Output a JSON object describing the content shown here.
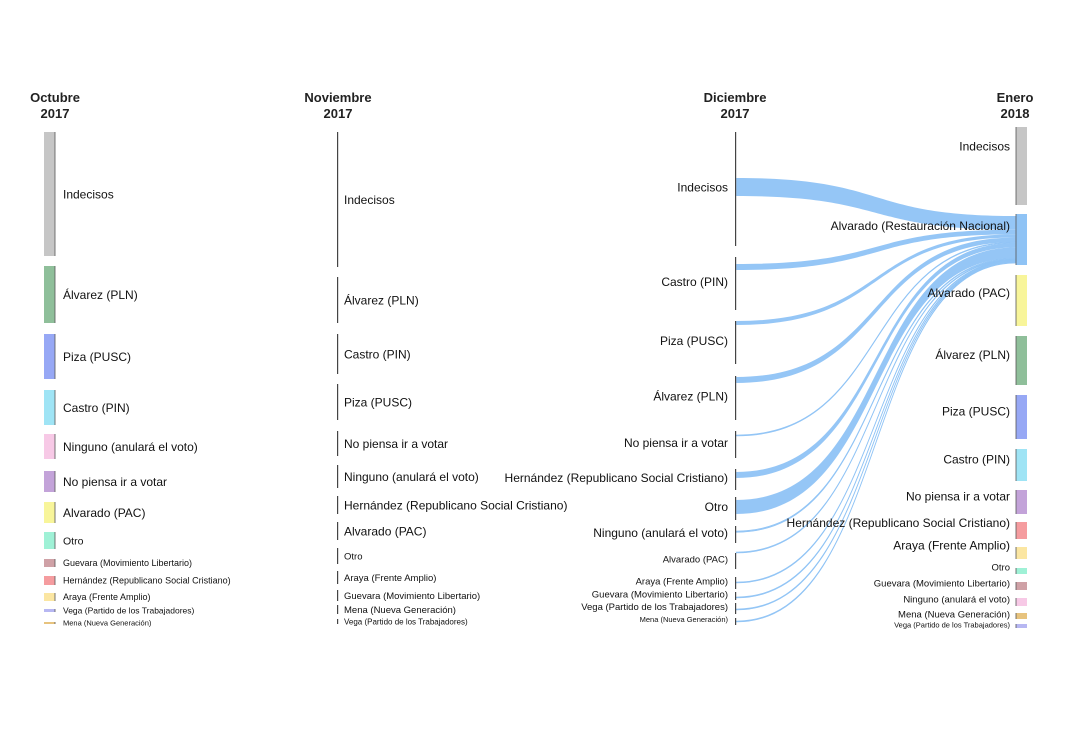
{
  "chart_data": {
    "type": "sankey",
    "flow_color": "#8fc3f5",
    "columns": [
      {
        "month": "Octubre",
        "year": "2017",
        "nodes": [
          {
            "label": "Indecisos",
            "color": "#c6c6c6"
          },
          {
            "label": "Álvarez (PLN)",
            "color": "#8fbf9a"
          },
          {
            "label": "Piza (PUSC)",
            "color": "#97a8f5"
          },
          {
            "label": "Castro (PIN)",
            "color": "#9fe4f5"
          },
          {
            "label": "Ninguno (anulará el voto)",
            "color": "#f7c9e6"
          },
          {
            "label": "No piensa ir a votar",
            "color": "#c3a3d9"
          },
          {
            "label": "Alvarado (PAC)",
            "color": "#f8f59a"
          },
          {
            "label": "Otro",
            "color": "#9ff1d6"
          },
          {
            "label": "Guevara (Movimiento Libertario)",
            "color": "#cfa1a6"
          },
          {
            "label": "Hernández (Republicano Social Cristiano)",
            "color": "#f59c9f"
          },
          {
            "label": "Araya (Frente Amplio)",
            "color": "#fbe6a2"
          },
          {
            "label": "Vega (Partido de los Trabajadores)",
            "color": "#b7b7f2"
          },
          {
            "label": "Mena (Nueva Generación)",
            "color": "#e7c37e"
          }
        ]
      },
      {
        "month": "Noviembre",
        "year": "2017",
        "nodes": [
          {
            "label": "Indecisos"
          },
          {
            "label": "Álvarez (PLN)"
          },
          {
            "label": "Castro (PIN)"
          },
          {
            "label": "Piza (PUSC)"
          },
          {
            "label": "No piensa ir a votar"
          },
          {
            "label": "Ninguno (anulará el voto)"
          },
          {
            "label": "Hernández (Republicano Social Cristiano)"
          },
          {
            "label": "Alvarado (PAC)"
          },
          {
            "label": "Otro"
          },
          {
            "label": "Araya (Frente Amplio)"
          },
          {
            "label": "Guevara (Movimiento Libertario)"
          },
          {
            "label": "Mena (Nueva Generación)"
          },
          {
            "label": "Vega (Partido de los Trabajadores)"
          }
        ]
      },
      {
        "month": "Diciembre",
        "year": "2017",
        "nodes": [
          {
            "label": "Indecisos"
          },
          {
            "label": "Castro (PIN)"
          },
          {
            "label": "Piza (PUSC)"
          },
          {
            "label": "Álvarez (PLN)"
          },
          {
            "label": "No piensa ir a votar"
          },
          {
            "label": "Hernández (Republicano Social Cristiano)"
          },
          {
            "label": "Otro"
          },
          {
            "label": "Ninguno (anulará el voto)"
          },
          {
            "label": "Alvarado (PAC)"
          },
          {
            "label": "Araya (Frente Amplio)"
          },
          {
            "label": "Guevara (Movimiento Libertario)"
          },
          {
            "label": "Vega (Partido de los Trabajadores)"
          },
          {
            "label": "Mena (Nueva Generación)"
          }
        ]
      },
      {
        "month": "Enero",
        "year": "2018",
        "nodes": [
          {
            "label": "Indecisos",
            "color": "#c6c6c6"
          },
          {
            "label": "Alvarado (Restauración Nacional)",
            "color": "#8fc3f5"
          },
          {
            "label": "Alvarado (PAC)",
            "color": "#f8f59a"
          },
          {
            "label": "Álvarez (PLN)",
            "color": "#8fbf9a"
          },
          {
            "label": "Piza (PUSC)",
            "color": "#97a8f5"
          },
          {
            "label": "Castro (PIN)",
            "color": "#9fe4f5"
          },
          {
            "label": "No piensa ir a votar",
            "color": "#c3a3d9"
          },
          {
            "label": "Hernández (Republicano Social Cristiano)",
            "color": "#f59c9f"
          },
          {
            "label": "Araya (Frente Amplio)",
            "color": "#fbe6a2"
          },
          {
            "label": "Otro",
            "color": "#9ff1d6"
          },
          {
            "label": "Guevara (Movimiento Libertario)",
            "color": "#cfa1a6"
          },
          {
            "label": "Ninguno (anulará el voto)",
            "color": "#f7c9e6"
          },
          {
            "label": "Mena (Nueva Generación)",
            "color": "#e7c37e"
          },
          {
            "label": "Vega (Partido de los Trabajadores)",
            "color": "#b7b7f2"
          }
        ]
      }
    ]
  }
}
